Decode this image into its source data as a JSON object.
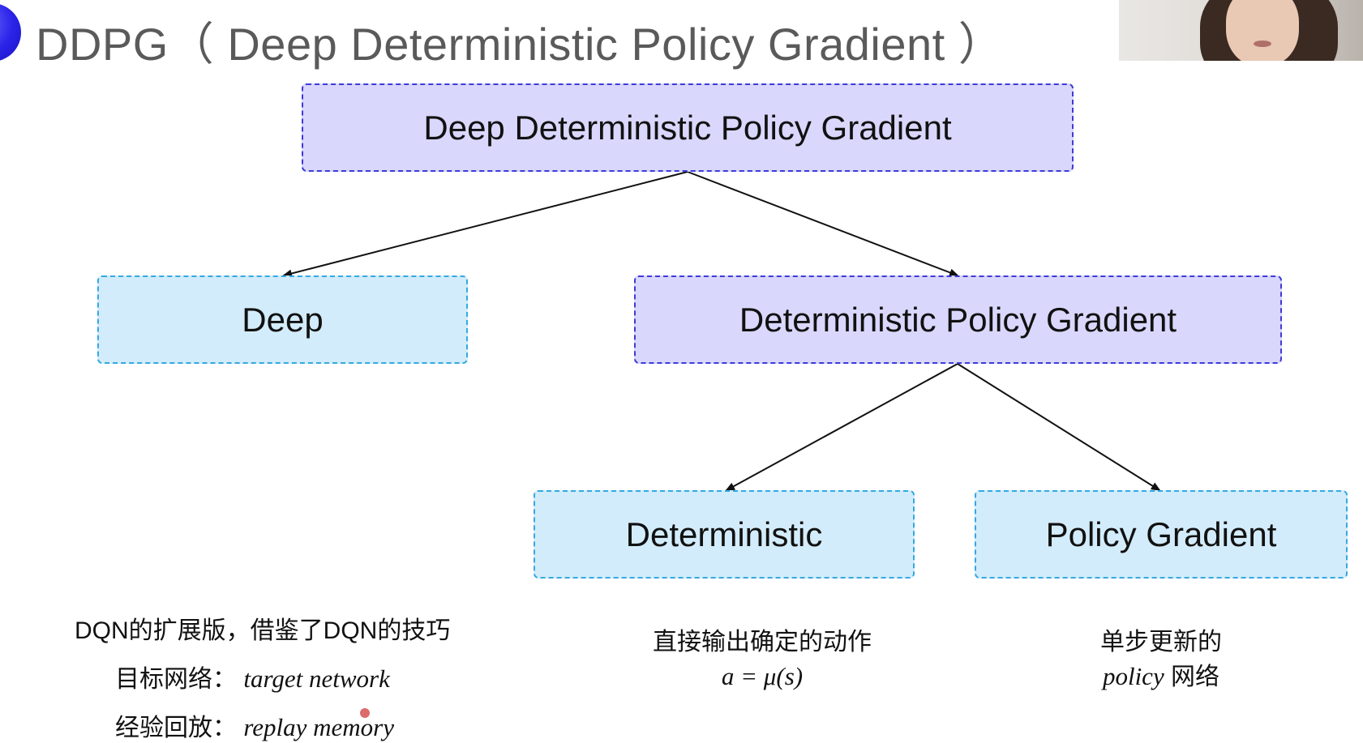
{
  "slide": {
    "title": "DDPG（ Deep Deterministic Policy Gradient ）"
  },
  "diagram": {
    "root": "Deep Deterministic Policy Gradient",
    "deep": "Deep",
    "dpg": "Deterministic Policy Gradient",
    "deterministic": "Deterministic",
    "policy_gradient": "Policy Gradient"
  },
  "notes": {
    "deep_line1": "DQN的扩展版，借鉴了DQN的技巧",
    "deep_line2_label": "目标网络：",
    "deep_line2_term": "target network",
    "deep_line3_label": "经验回放：",
    "deep_line3_term": "replay memory",
    "det_line1": "直接输出确定的动作",
    "det_line2": "a = μ(s)",
    "pg_line1": "单步更新的",
    "pg_line2_term": "policy",
    "pg_line2_suffix": " 网络"
  },
  "colors": {
    "purple_fill": "#d9d7fb",
    "purple_border": "#3d3bd8",
    "blue_fill": "#d3ecfb",
    "blue_border": "#33a9e0",
    "title_gray": "#5a5a5a",
    "accent_circle": "#2b23e8"
  }
}
